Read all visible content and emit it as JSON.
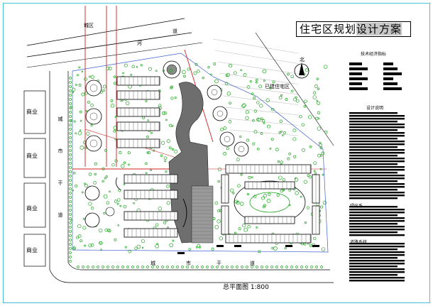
{
  "title": {
    "part1": "住宅区规划",
    "part2": "设计方案"
  },
  "labels": {
    "chengqu": "城区",
    "river_left": "河",
    "river_right": "道",
    "north": "北",
    "existing_area": "已建住宅区",
    "road_left": [
      "城",
      "市",
      "干",
      "道"
    ],
    "road_bottom": [
      "城",
      "市",
      "干",
      "道"
    ],
    "shops": [
      "商业",
      "商业",
      "商业",
      "商业"
    ],
    "caption": "总平面图 1:800"
  },
  "side_panel": {
    "econ_header": "技术经济指标",
    "design_header": "设计说明",
    "note_a": "一",
    "note_b": "绿化系",
    "note_c": "道路系统"
  },
  "colors": {
    "road_red": "#d62020",
    "green": "#1fa81f",
    "building_outline": "#1a1a1a",
    "plaza_gray": "#6e6e6e",
    "frame_cyan": "#47c2d8",
    "boundary_blue": "#3a5fd0"
  }
}
